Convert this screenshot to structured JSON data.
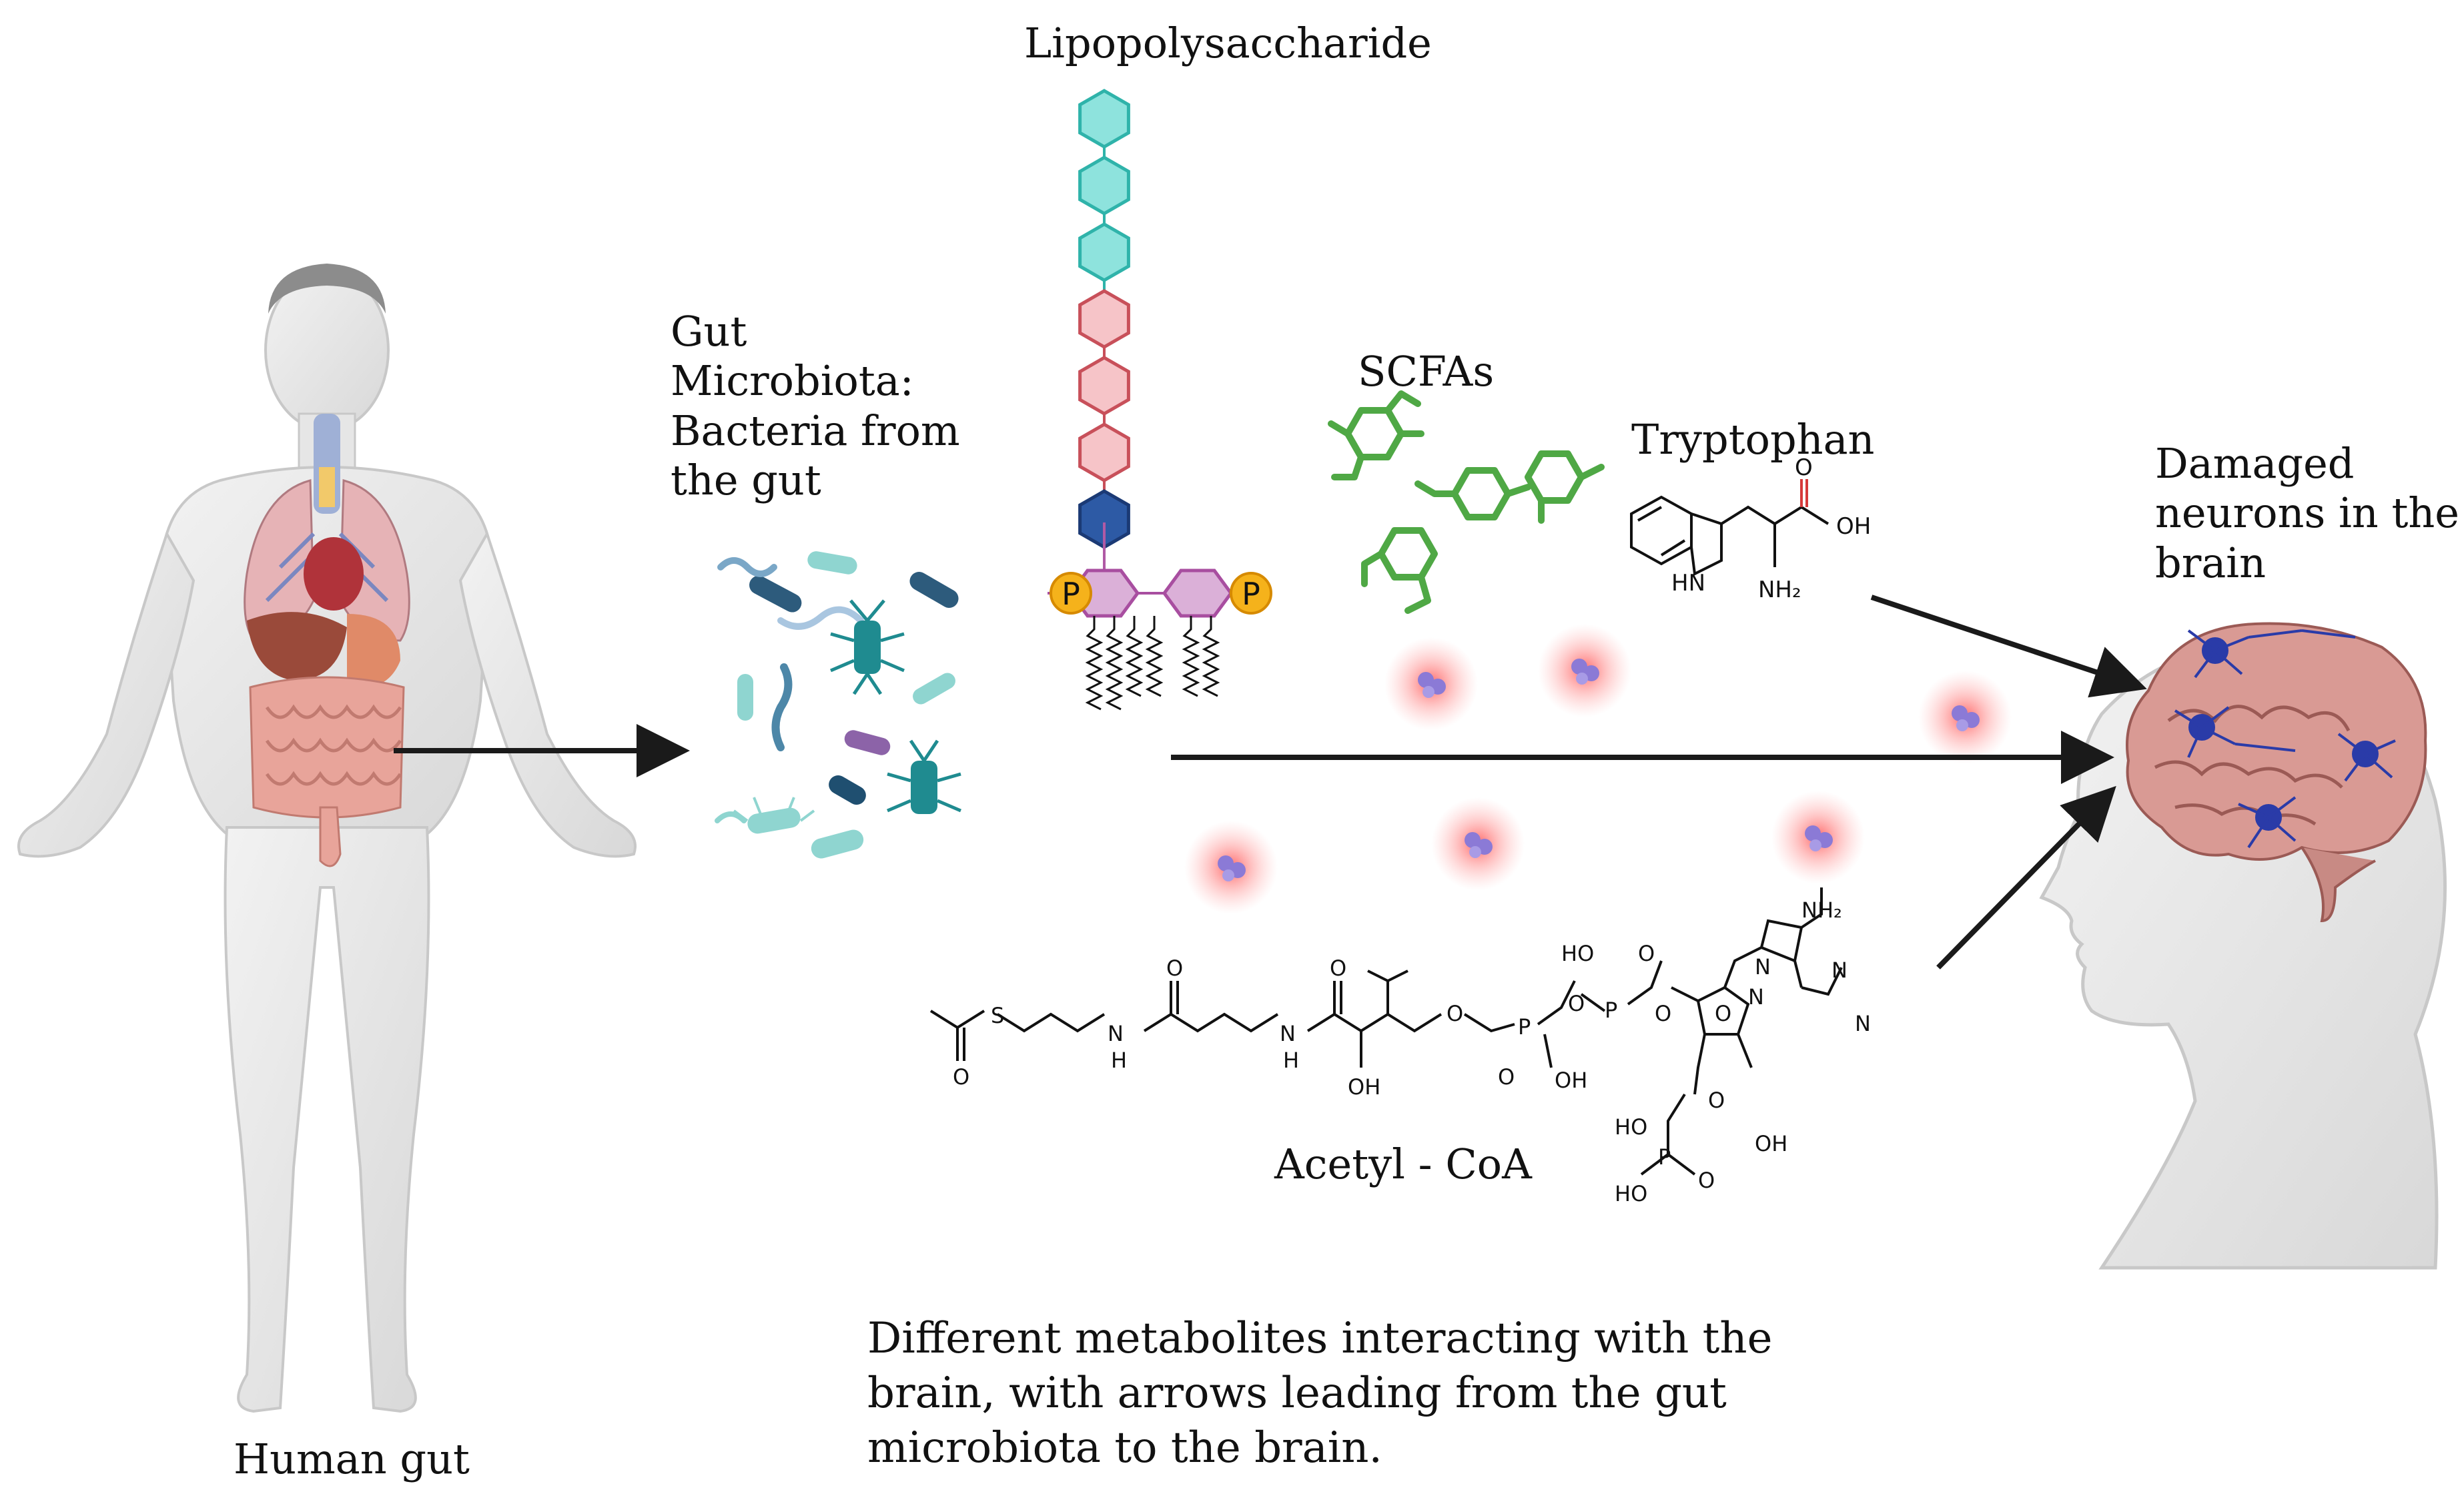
{
  "labels": {
    "lipopolysaccharide": "Lipopolysaccharide",
    "gut_microbiota": "Gut\nMicrobiota:\nBacteria from\nthe gut",
    "scfas": "SCFAs",
    "tryptophan": "Tryptophan",
    "damaged_neurons": "Damaged\nneurons in the\nbrain",
    "acetyl_coa": "Acetyl - CoA",
    "human_gut": "Human gut",
    "caption": "Different metabolites interacting with the\nbrain, with arrows leading from the gut\nmicrobiota to the brain."
  },
  "chem_text": {
    "phosphate": "P",
    "tryptophan": {
      "o": "O",
      "oh": "OH",
      "hn": "HN",
      "nh2": "NH₂"
    },
    "acetyl": {
      "s": "S",
      "o": "O",
      "nh": "N",
      "h": "H",
      "oh": "OH",
      "ho": "HO",
      "nh2": "NH₂",
      "n": "N",
      "p": "P"
    }
  },
  "colors": {
    "oligo_teal": "#8ee3dd",
    "oligo_pink": "#f6c4c8",
    "oligo_navy": "#2d5aa5",
    "lipid_a_purple": "#dbb0d8",
    "phosphate_gold": "#f5b21b",
    "scfa_green": "#4fa845",
    "brain_pink": "#d99a94",
    "neuron_blue": "#2a3ba8",
    "metabolite_glow": "#ff6b6b",
    "arrow": "#1a1a1a"
  }
}
